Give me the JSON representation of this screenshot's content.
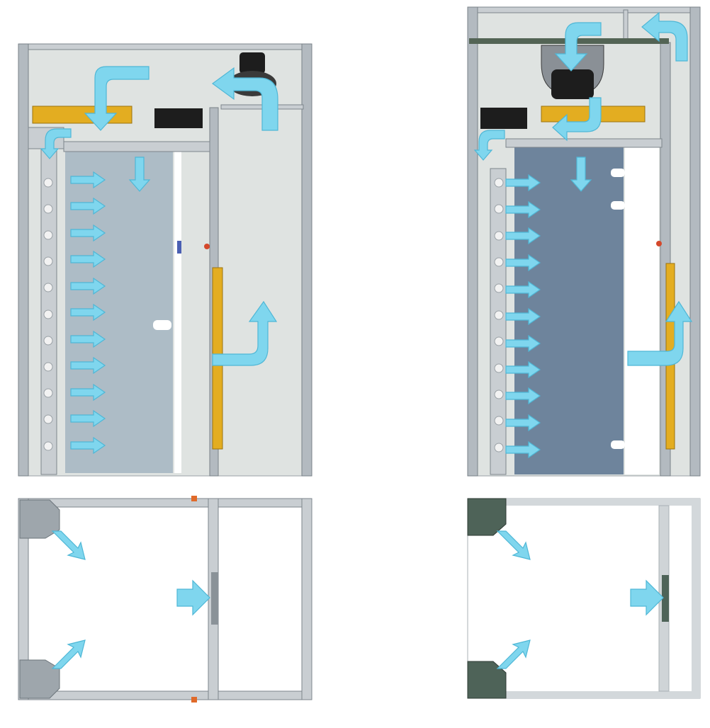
{
  "colors": {
    "background": "#ffffff",
    "frame": "#c9ced2",
    "panel": "#dfe3e1",
    "door_light": "#adbcc6",
    "door_dark": "#6e849c",
    "airflow_arrow": "#7fd6ee",
    "filter": "#e3ad21",
    "unit": "#1d1d1d",
    "corner_block": "#4e6358"
  },
  "figures": [
    {
      "name": "cabinet-left-front",
      "rows_of_arrows": 11
    },
    {
      "name": "cabinet-right-front",
      "rows_of_arrows": 11
    },
    {
      "name": "cabinet-left-top"
    },
    {
      "name": "cabinet-right-top"
    }
  ],
  "icons": [
    "airflow-arrow-icon",
    "cooling-unit-icon",
    "filter-icon"
  ]
}
